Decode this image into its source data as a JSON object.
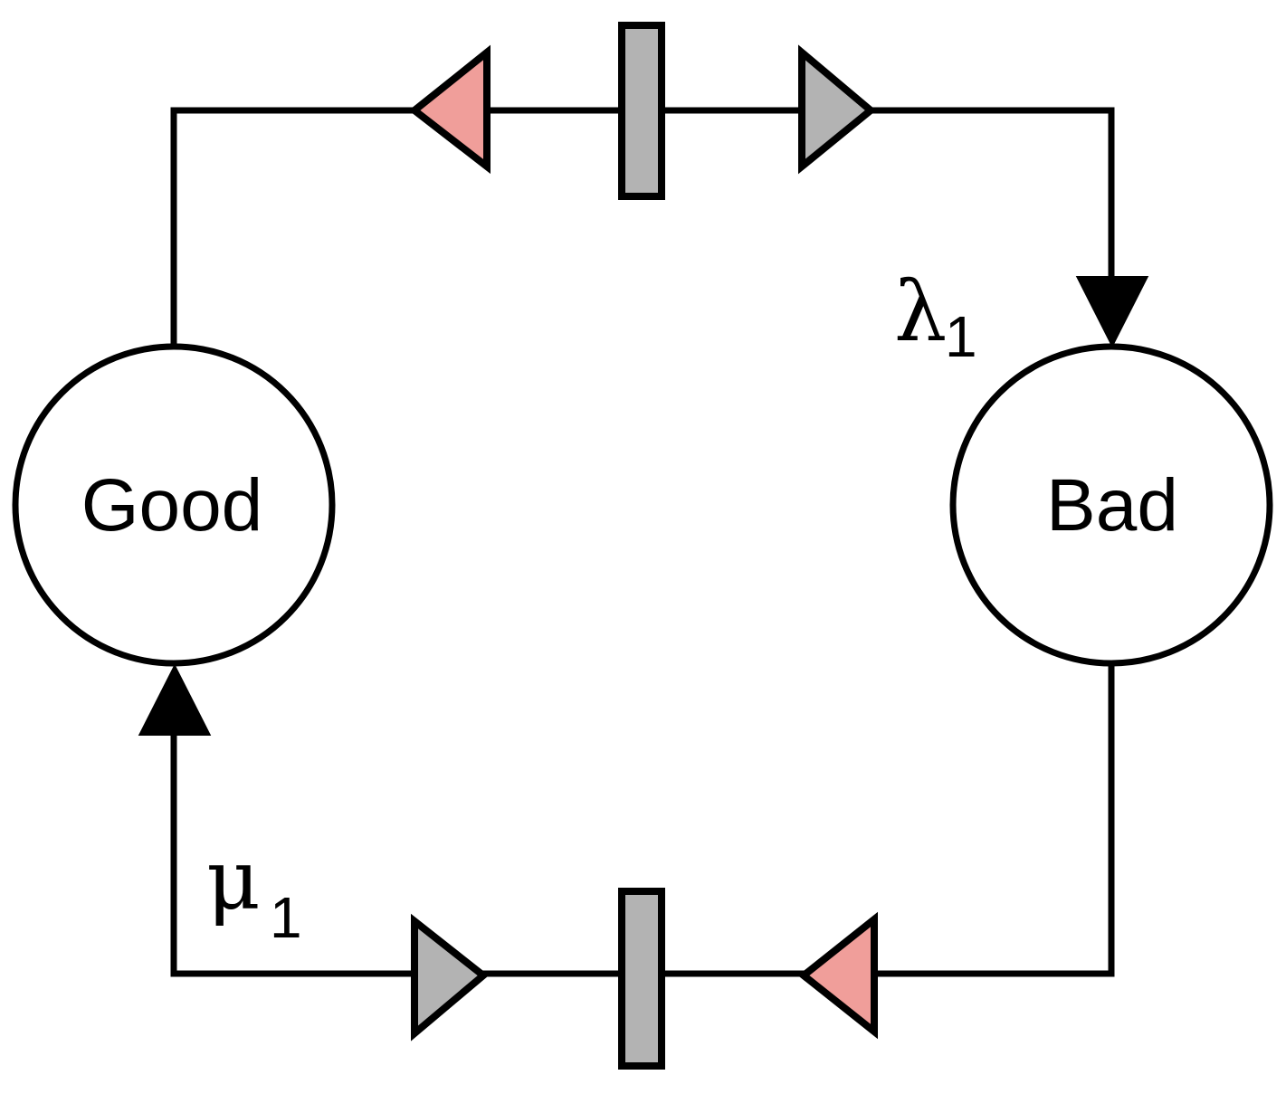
{
  "states": {
    "good": {
      "label": "Good"
    },
    "bad": {
      "label": "Bad"
    }
  },
  "transitions": {
    "failure": {
      "symbol": "λ",
      "subscript": "1"
    },
    "repair": {
      "symbol": "μ",
      "subscript": "1"
    }
  },
  "colors": {
    "stroke": "#000000",
    "node_fill": "#ffffff",
    "blocker_fill": "#b3b3b3",
    "arrow_pink": "#f09e9a",
    "arrow_gray": "#b3b3b3"
  }
}
